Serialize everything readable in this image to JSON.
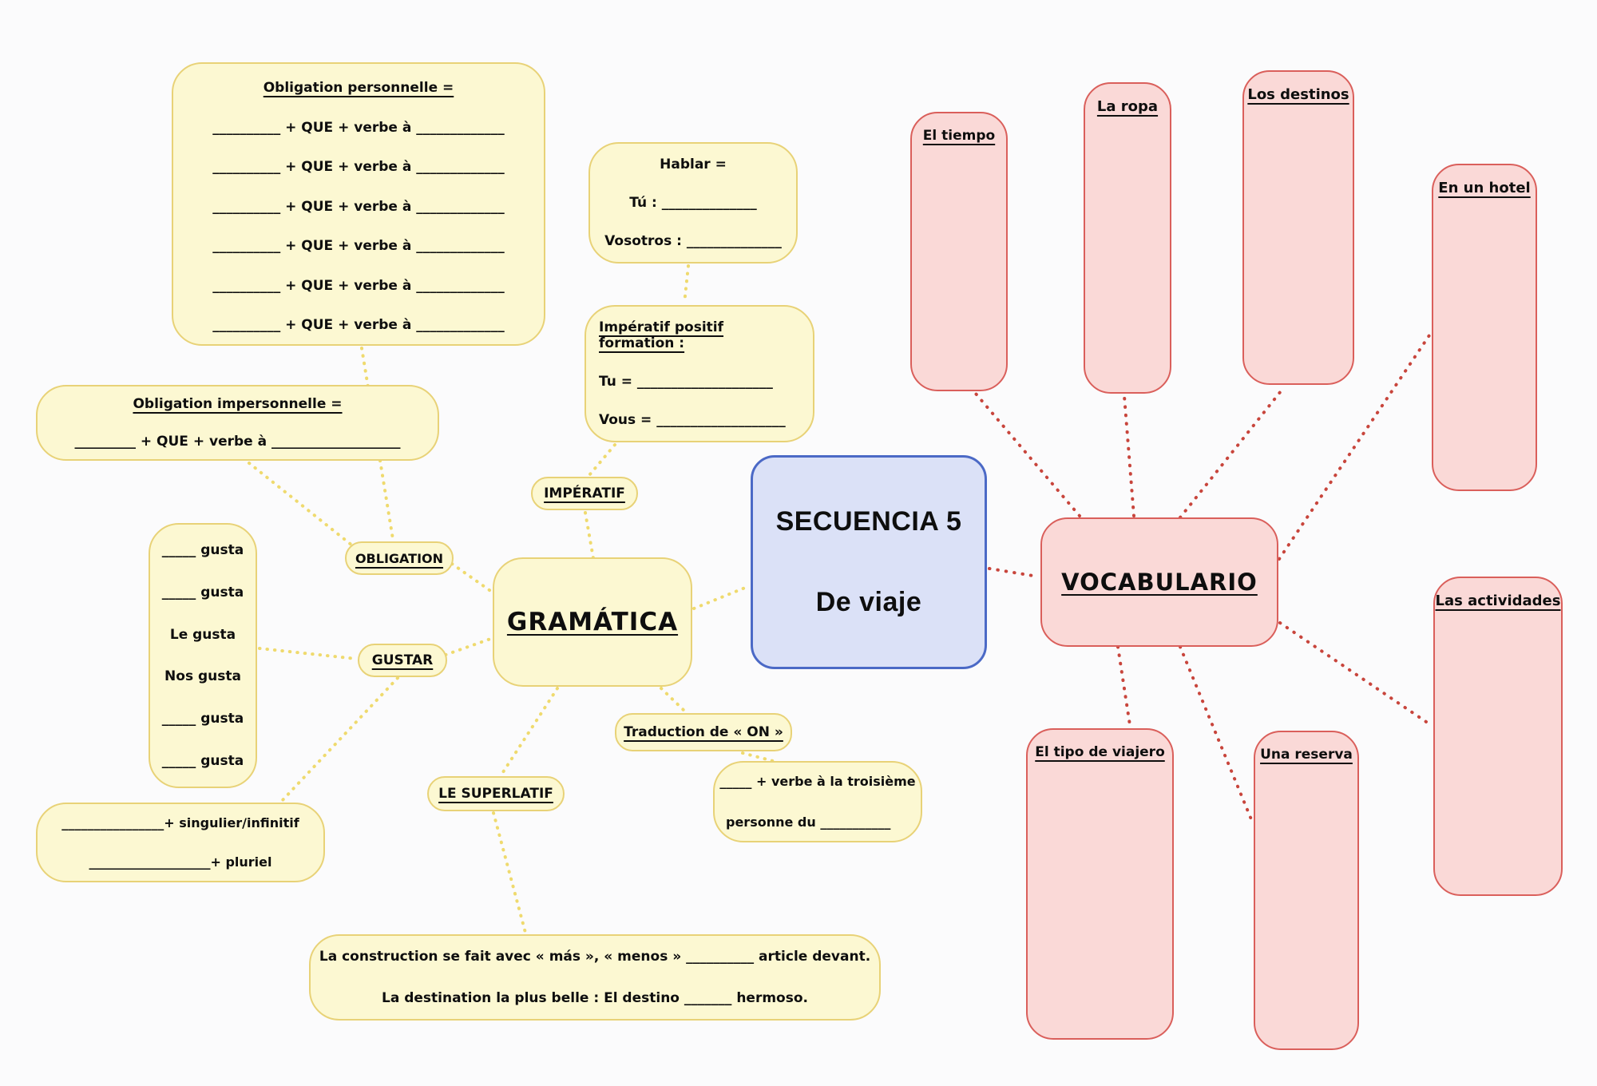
{
  "title": {
    "line1": "SECUENCIA 5",
    "line2": "De viaje"
  },
  "colors": {
    "background": "#fbfbfc",
    "grammar_fill": "#fcf8d2",
    "grammar_border": "#e8d277",
    "grammar_connector": "#efda6e",
    "vocab_fill": "#fad9d7",
    "vocab_border": "#da5f5b",
    "vocab_connector": "#c8453c",
    "center_fill": "#dbe1f7",
    "center_border": "#4b69c6",
    "text": "#0e0e0e"
  },
  "grammar": {
    "main_label": "GRAMÁTICA",
    "obligation_label": "OBLIGATION",
    "imperatif_label": "IMPÉRATIF",
    "gustar_label": "GUSTAR",
    "superlatif_label": "LE SUPERLATIF",
    "traduction_label": "Traduction de « ON »",
    "obligation_personnelle": {
      "title": "Obligation personnelle =",
      "lines": [
        "__________  + QUE + verbe à _____________",
        "__________ + QUE + verbe à _____________",
        "__________ + QUE + verbe à _____________",
        "__________ + QUE + verbe à _____________",
        "__________ + QUE + verbe à _____________",
        "__________ + QUE + verbe à _____________"
      ]
    },
    "obligation_impersonnelle": {
      "title": "Obligation impersonnelle =",
      "line": "_________ + QUE + verbe à ___________________"
    },
    "hablar": {
      "title": "Hablar =",
      "tu": "Tú : ______________",
      "vosotros": "Vosotros : ______________"
    },
    "imperatif_formation": {
      "title": "Impératif positif formation :",
      "tu": "Tu = ____________________",
      "vous": "Vous = ___________________"
    },
    "gusta": {
      "lines": [
        "_____ gusta",
        "_____ gusta",
        "Le gusta",
        "Nos gusta",
        "_____ gusta",
        "_____ gusta"
      ]
    },
    "verbe_on": {
      "line1": "_____ + verbe à la troisième",
      "line2": "personne du ___________"
    },
    "superlatif_blanks": {
      "line1": "________________+ singulier/infinitif",
      "line2": "___________________+ pluriel"
    },
    "construction": {
      "line1": "La construction se fait avec « más », « menos » __________ article devant.",
      "line2": "La destination la plus belle : El destino _______ hermoso."
    }
  },
  "vocabulary": {
    "main_label": "VOCABULARIO",
    "topics": [
      "El tiempo",
      "La ropa",
      "Los destinos",
      "En un hotel",
      "Las actividades",
      "El tipo de viajero",
      "Una reserva"
    ]
  },
  "edges": {
    "grammar_side": [
      "obligation-personnelle → obligation",
      "obligation-impersonnelle → obligation",
      "obligation → gramatica",
      "hablar → imperatif-formation",
      "imperatif-formation → imperatif",
      "imperatif → gramatica",
      "gusta-list → gustar",
      "gustar → gramatica",
      "gustar → superlatif-blanks",
      "gramatica → le-superlatif",
      "le-superlatif → construction",
      "gramatica → traduction-on",
      "traduction-on → verbe-troisieme",
      "gramatica → secuencia-5"
    ],
    "vocab_side": [
      "secuencia-5 → vocabulario",
      "vocabulario → el-tiempo",
      "vocabulario → la-ropa",
      "vocabulario → los-destinos",
      "vocabulario → en-un-hotel",
      "vocabulario → las-actividades",
      "vocabulario → el-tipo-de-viajero",
      "vocabulario → una-reserva"
    ]
  }
}
